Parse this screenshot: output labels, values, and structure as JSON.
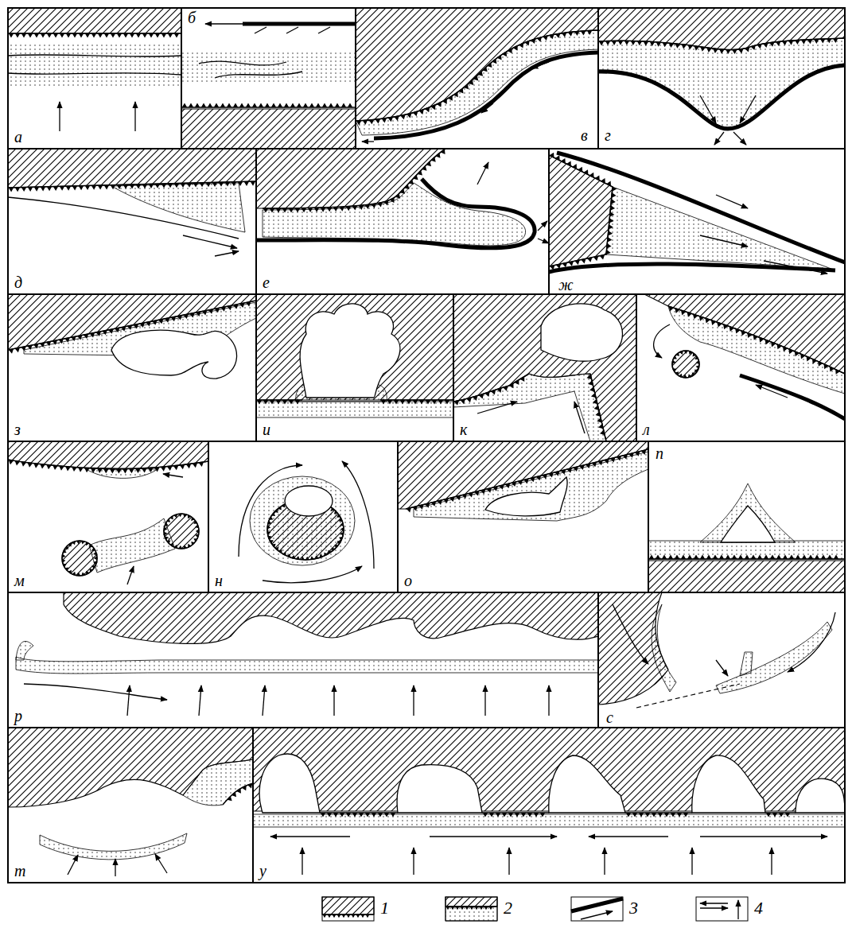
{
  "diagram": {
    "labels": [
      "а",
      "б",
      "в",
      "г",
      "д",
      "е",
      "ж",
      "з",
      "и",
      "к",
      "л",
      "м",
      "н",
      "о",
      "п",
      "р",
      "с",
      "т",
      "у"
    ],
    "legend": [
      {
        "text": "1"
      },
      {
        "text": "2"
      },
      {
        "text": "3"
      },
      {
        "text": "4"
      }
    ]
  }
}
